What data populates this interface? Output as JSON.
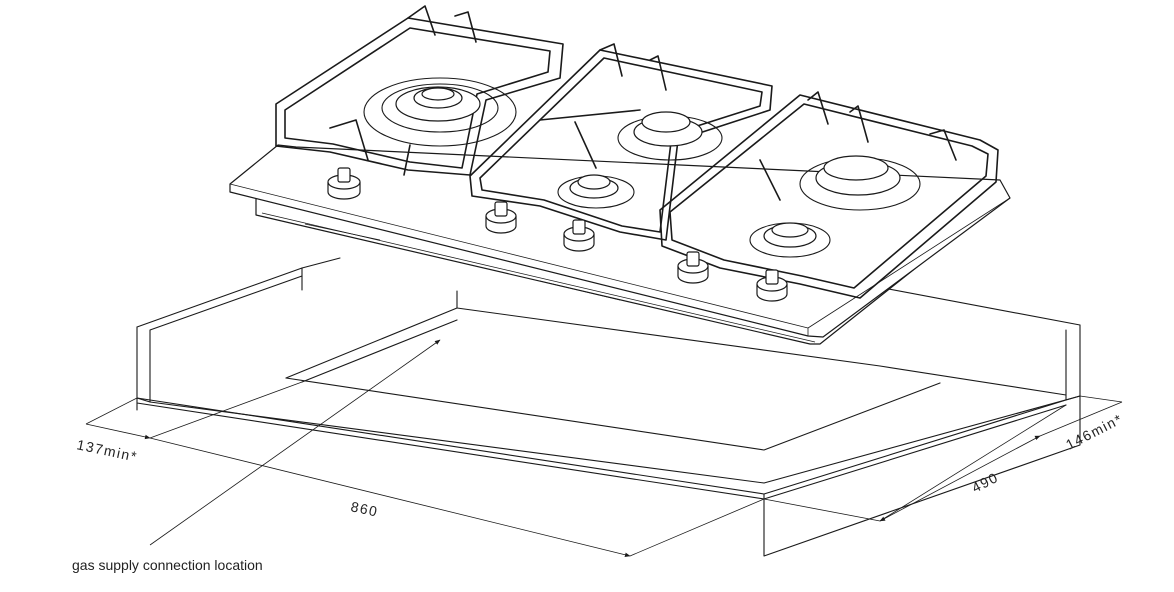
{
  "dimensions": {
    "left_clearance": "137min*",
    "width": "860",
    "depth": "490",
    "right_clearance": "146min*"
  },
  "annotation": {
    "gas_supply": "gas supply connection location"
  }
}
